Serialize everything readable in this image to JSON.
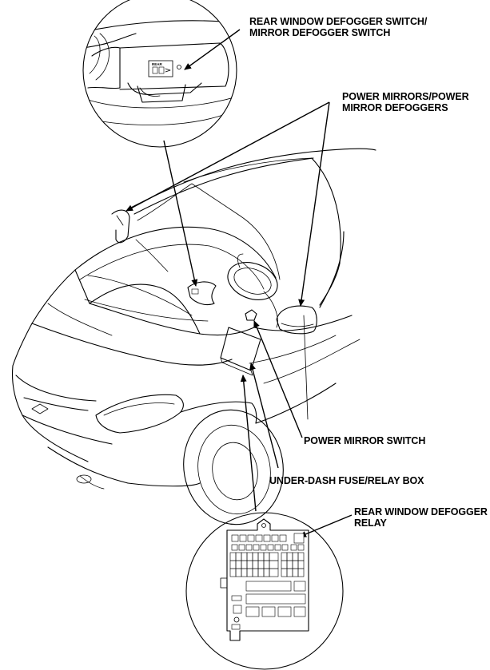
{
  "callouts": {
    "rear_defogger_switch": [
      "REAR WINDOW DEFOGGER SWITCH/",
      "MIRROR DEFOGGER SWITCH"
    ],
    "power_mirrors": [
      "POWER MIRRORS/POWER",
      "MIRROR DEFOGGERS"
    ],
    "power_mirror_switch": "POWER MIRROR SWITCH",
    "under_dash_box": "UNDER-DASH FUSE/RELAY BOX",
    "defogger_relay": [
      "REAR WINDOW DEFOGGER",
      "RELAY"
    ]
  },
  "switch_detail": {
    "label": "REAR"
  }
}
